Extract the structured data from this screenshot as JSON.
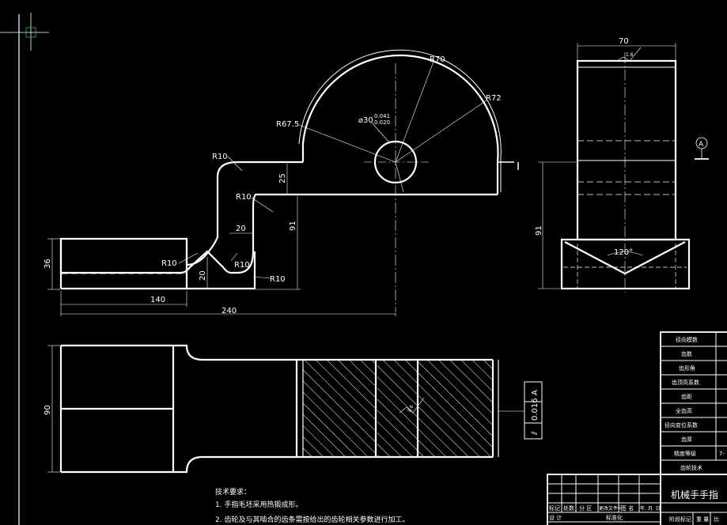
{
  "front_view": {
    "radius_labels": [
      "R70",
      "R72",
      "R67.5",
      "R10",
      "R10",
      "R10",
      "R10",
      "R10"
    ],
    "bore": {
      "symbol": "⌀30",
      "upper_tol": "0.041",
      "lower_tol": "0.020"
    },
    "dimensions": {
      "step_height": "25",
      "total_height": "91",
      "left_height": "36",
      "neck_width": "20",
      "neck_height": "20",
      "length_left": "140",
      "length_total": "240"
    }
  },
  "side_view": {
    "width": "70",
    "surface_finish": "1.6",
    "datum": "A",
    "height": "91",
    "v_angle": "120°"
  },
  "top_view": {
    "width": "90",
    "tolerance_frame": {
      "symbol": "⫽",
      "value": "0.016",
      "datum": "A"
    },
    "surface_finish": "1.6"
  },
  "notes": {
    "title": "技术要求：",
    "items": [
      "1. 手指毛坯采用热锻成形。",
      "2. 齿轮及与其啮合的齿条需按给出的齿轮相关参数进行加工。"
    ]
  },
  "gear_table": {
    "rows": [
      "径向模数",
      "齿数",
      "齿形角",
      "齿顶高系数",
      "齿距",
      "全齿高",
      "径向变位系数",
      "齿厚",
      "精度等级"
    ],
    "values": [
      "",
      "",
      "",
      "",
      "",
      "",
      "",
      "",
      "7-"
    ],
    "footer": "齿轮技术"
  },
  "title_block": {
    "drawing_title": "机械手手指",
    "header_cells": [
      "标记",
      "处数",
      "分 区",
      "更改文件号",
      "签 名",
      "年. 月. 日"
    ],
    "row2": [
      "设 计",
      "",
      "",
      "标准化"
    ],
    "row3": [
      "阶段标记",
      "重 量",
      "比"
    ]
  }
}
